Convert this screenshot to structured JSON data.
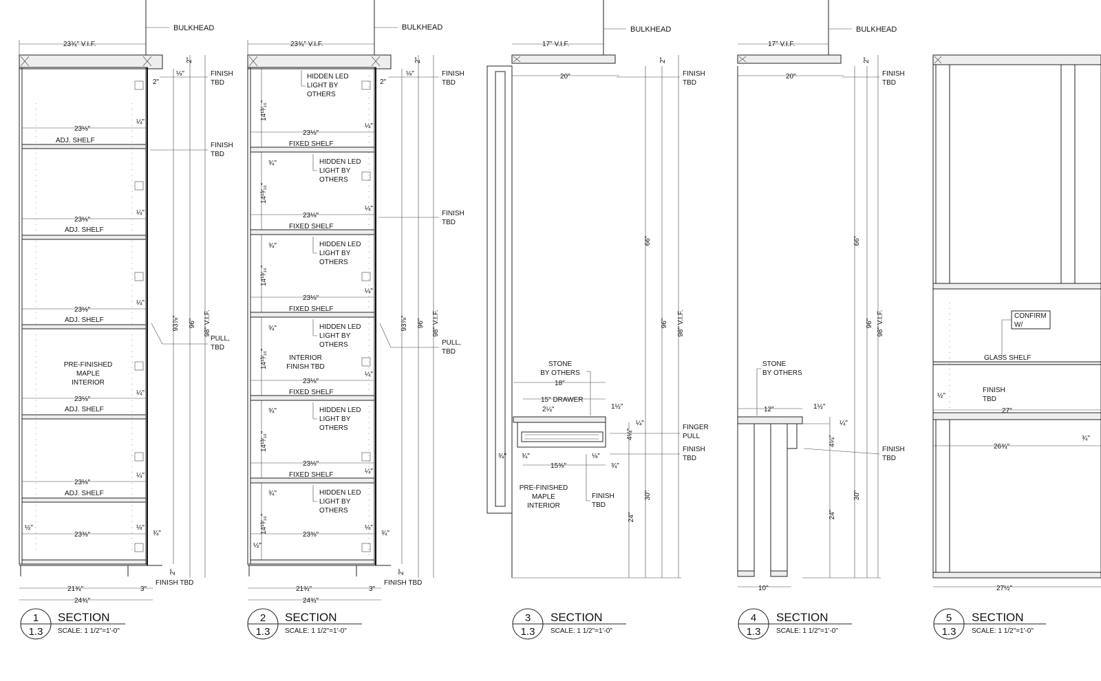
{
  "labels": {
    "bulkhead": "BULKHEAD",
    "finish_tbd": "FINISH\nTBD",
    "finish_tbd_inline": "FINISH TBD",
    "pull_tbd": "PULL,\nTBD",
    "finger_pull": "FINGER\nPULL",
    "adj_shelf": "ADJ. SHELF",
    "fixed_shelf": "FIXED SHELF",
    "glass_shelf": "GLASS SHELF",
    "hidden_led": "HIDDEN LED\nLIGHT BY\nOTHERS",
    "prefinished_maple_1": "PRE-FINISHED\nMAPLE\nINTERIOR",
    "prefinished_maple_3": "PRE-FINISHED\nMAPLE\nINTERIOR",
    "interior_finish": "INTERIOR\nFINISH TBD",
    "stone_by_others": "STONE\nBY OTHERS",
    "drawer_15": "15\" DRAWER",
    "confirm_w": "CONFIRM\nW/"
  },
  "dims": {
    "w_23_34_vif": "23¾\" V.I.F.",
    "w_17_vif": "17\" V.I.F.",
    "w_20": "20\"",
    "w_23_18": "23⅛\"",
    "w_23_38": "23⅜\"",
    "w_21_34": "21¾\"",
    "w_24_34": "24¾\"",
    "w_3": "3\"",
    "w_2": "2\"",
    "w_18": "18\"",
    "w_12": "12\"",
    "w_10": "10\"",
    "w_15_58": "15⅝\"",
    "w_27": "27\"",
    "w_26_34": "26¾\"",
    "w_27_12": "27½\"",
    "w_2_14": "2¼\"",
    "f_14": "¼\"",
    "f_18": "⅛\"",
    "f_12": "½\"",
    "f_34": "¾\"",
    "f_1_12": "1½\"",
    "f_4_14": "4¼\"",
    "h_93_78": "93⅞\"",
    "h_96": "96\"",
    "h_98_vif": "98\" V.I.F.",
    "h_66": "66\"",
    "h_30": "30\"",
    "h_24": "24\"",
    "h_14_1316": "14¹³⁄₁₆\""
  },
  "sections": [
    {
      "number": "1",
      "sheet": "1.3",
      "title": "SECTION",
      "scale": "SCALE: 1 1/2\"=1'-0\""
    },
    {
      "number": "2",
      "sheet": "1.3",
      "title": "SECTION",
      "scale": "SCALE: 1 1/2\"=1'-0\""
    },
    {
      "number": "3",
      "sheet": "1.3",
      "title": "SECTION",
      "scale": "SCALE: 1 1/2\"=1'-0\""
    },
    {
      "number": "4",
      "sheet": "1.3",
      "title": "SECTION",
      "scale": "SCALE: 1 1/2\"=1'-0\""
    },
    {
      "number": "5",
      "sheet": "1.3",
      "title": "SECTION",
      "scale": "SCALE: 1 1/2\"=1'-0\""
    }
  ]
}
